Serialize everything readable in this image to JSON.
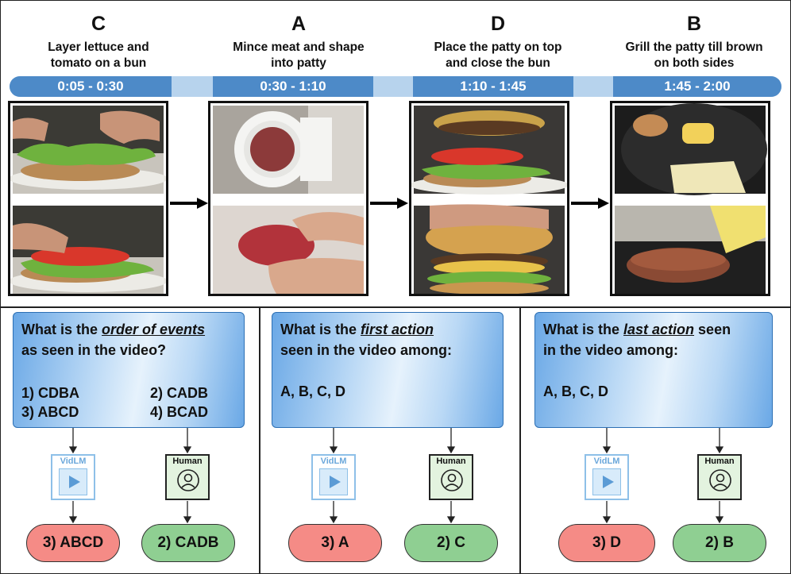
{
  "steps": [
    {
      "letter": "C",
      "desc_line1": "Layer lettuce and",
      "desc_line2": "tomato on a bun",
      "time": "0:05 - 0:30"
    },
    {
      "letter": "A",
      "desc_line1": "Mince meat and shape",
      "desc_line2": "into patty",
      "time": "0:30 - 1:10"
    },
    {
      "letter": "D",
      "desc_line1": "Place the patty on top",
      "desc_line2": "and close the bun",
      "time": "1:10 - 1:45"
    },
    {
      "letter": "B",
      "desc_line1": "Grill the patty till brown",
      "desc_line2": "on both sides",
      "time": "1:45 - 2:00"
    }
  ],
  "questions": [
    {
      "prefix": "What is the ",
      "emph": "order of events",
      "suffix_line": "as seen in the video?",
      "options": [
        "1) CDBA",
        "2) CADB",
        "3) ABCD",
        "4) BCAD"
      ],
      "model_label": "VidLM",
      "human_label": "Human",
      "model_answer": "3) ABCD",
      "human_answer": "2) CADB"
    },
    {
      "prefix": "What is the ",
      "emph": "first action",
      "suffix_line": "seen in the video among:",
      "choices": "A, B, C, D",
      "model_label": "VidLM",
      "human_label": "Human",
      "model_answer": "3) A",
      "human_answer": "2) C"
    },
    {
      "prefix": "What is the ",
      "emph": "last action",
      "suffix_tail": " seen",
      "suffix_line": "in the video among:",
      "choices": "A, B, C, D",
      "model_label": "VidLM",
      "human_label": "Human",
      "model_answer": "3) D",
      "human_answer": "2) B"
    }
  ],
  "colors": {
    "timeline_dark": "#4d8ac8",
    "timeline_light": "#b7d3ed",
    "wrong_answer": "#f58b86",
    "right_answer": "#8fcf92",
    "human_box": "#e3f3df",
    "vidlm_box": "#8ec0e8"
  }
}
